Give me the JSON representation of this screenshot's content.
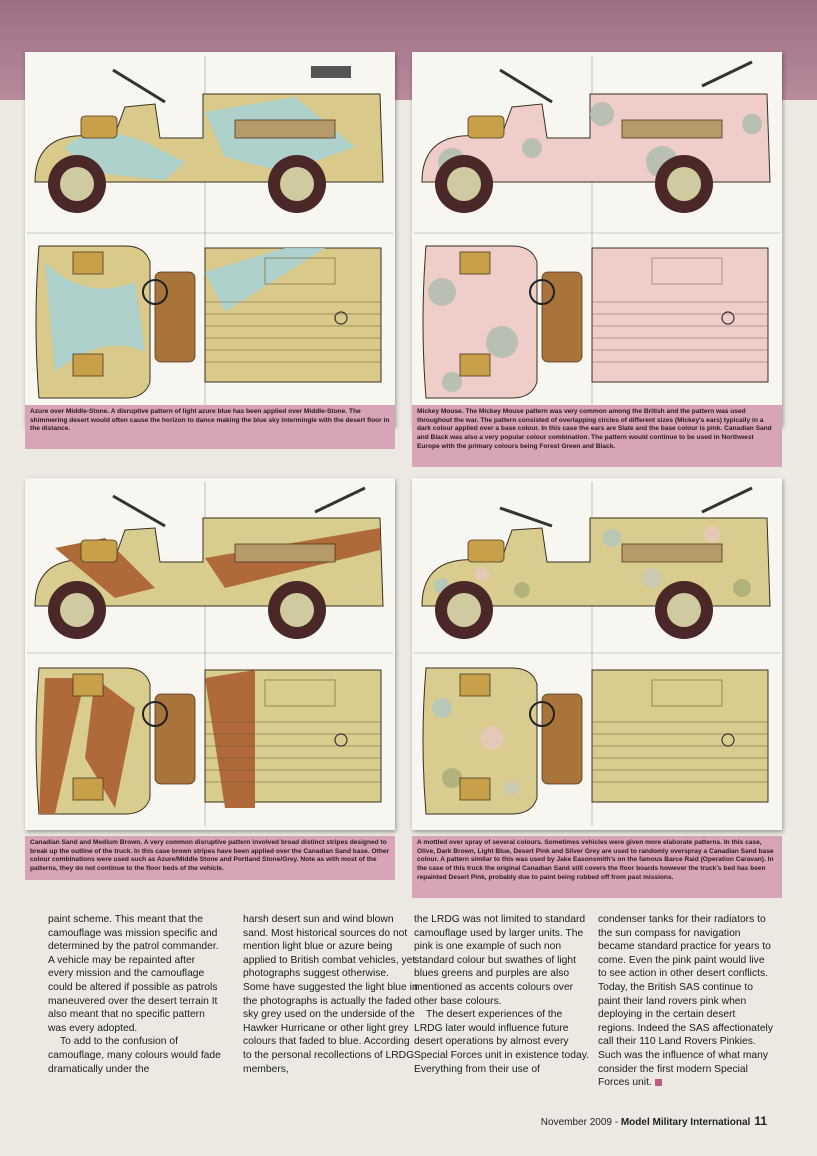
{
  "captions": {
    "azure": "Azure over Middle-Stone. A disruptive pattern of light azure blue has been applied over Middle-Stone. The shimmering desert would often cause the horizon to dance making the blue sky intermingle with the desert floor in the distance.",
    "mickey": "Mickey Mouse. The Mickey Mouse pattern was very common among the British and the pattern was used throughout the war. The pattern consisted of overlapping circles of different sizes (Mickey's ears) typically in a dark colour applied over a base colour. In this case the ears are Slate and the base colour is pink. Canadian Sand and Black was also a very popular colour combination. The pattern would continue to be used in Northwest Europe with the primary colours being Forest Green and Black.",
    "brown": "Canadian Sand and Medium Brown. A very common disruptive pattern involved broad distinct stripes designed to break up the outline of the truck. In this case brown stripes have been applied over the Canadian Sand base. Other colour combinations were used such as Azure/Middle Stone and Portland Stone/Grey. Note as with most of the patterns, they do not continue to the floor beds of the vehicle.",
    "mottled": "A mottled over spray of several colours. Sometimes vehicles were given more elaborate patterns. In this case, Olive, Dark Brown, Light Blue, Desert Pink and Silver Grey are used to randomly overspray a Canadian Sand base colour. A pattern similar to this was used by Jake Easonsmith's on the famous Barce Raid (Operation Caravan). In the case of this truck the original Canadian Sand still covers the floor boards however the truck's bed has been repainted Desert Pink, probably due to paint being rubbed off from past missions."
  },
  "body_text": {
    "col1_p1": "paint scheme.  This meant that the camouflage was mission specific and determined by the patrol commander. A vehicle may be repainted after every mission and the camouflage could be altered if possible as patrols maneuvered over the desert terrain It also meant that no specific pattern was every adopted.",
    "col1_p2": "To add to the confusion of camouflage, many colours would fade dramatically under the",
    "col2_p1": "harsh desert sun and wind blown sand.  Most historical sources do not mention light blue or azure being applied to British combat vehicles, yet photographs suggest otherwise. Some have suggested the light blue in the photographs is actually the faded sky grey used on the underside of the Hawker Hurricane or other light grey colours that faded to blue. According to the personal recollections of LRDG members,",
    "col3_p1": "the LRDG was not limited to standard camouflage used by larger units.  The pink is one example of such non standard colour but swathes of light blues greens and purples are also mentioned as accents colours over other base colours.",
    "col3_p2": "The desert experiences of the LRDG later would influence future desert operations by almost every Special Forces unit in existence today.  Everything from their use of",
    "col4_p1": "condenser tanks for their radiators to the sun compass for navigation became standard practice for years to come.  Even the pink paint would live to see action in other desert conflicts.  Today, the British SAS continue to paint their land rovers pink when deploying in the certain desert regions. Indeed the SAS affectionately call their 110 Land Rovers Pinkies. Such was the influence of what many consider the first modern Special Forces unit."
  },
  "footer": {
    "issue": "November 2009 - ",
    "publication": "Model Military International",
    "page": "11"
  },
  "colors": {
    "middle_stone": "#d9c98a",
    "azure": "#a9d2d2",
    "pink": "#efcdc8",
    "slate": "#b9bfb2",
    "canadian_sand": "#d8cc8e",
    "medium_brown": "#b06a3a",
    "caption_bg": "#d8a4b7",
    "band": "#a87b8e"
  },
  "icons": {
    "truck_profile": "truck-side-view-icon",
    "truck_top": "truck-top-view-icon"
  }
}
